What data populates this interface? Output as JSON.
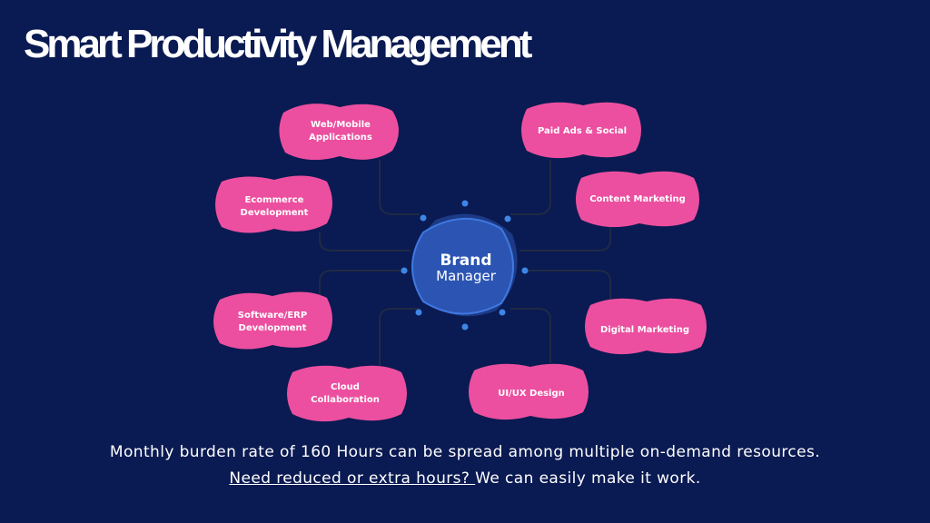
{
  "title": "Smart Productivity Management",
  "center": {
    "line1": "Brand",
    "line2": "Manager"
  },
  "nodes": {
    "web_mobile": [
      "Web/Mobile",
      "Applications"
    ],
    "ecommerce": [
      "Ecommerce",
      "Development"
    ],
    "software_erp": [
      "Software/ERP",
      "Development"
    ],
    "cloud": [
      "Cloud",
      "Collaboration"
    ],
    "paid_ads": [
      "Paid Ads & Social"
    ],
    "content_marketing": [
      "Content Marketing"
    ],
    "digital_marketing": [
      "Digital Marketing"
    ],
    "uiux": [
      "UI/UX Design"
    ]
  },
  "footer": {
    "line1": "Monthly burden rate of 160 Hours can be spread among multiple on-demand resources.",
    "link": "Need reduced or extra hours? ",
    "line2_rest": "We can easily make it work."
  },
  "colors": {
    "background": "#0a1a52",
    "node_fill": "#ec4f9f",
    "center_fill": "#2c55b3",
    "connector": "#1f2a44"
  }
}
